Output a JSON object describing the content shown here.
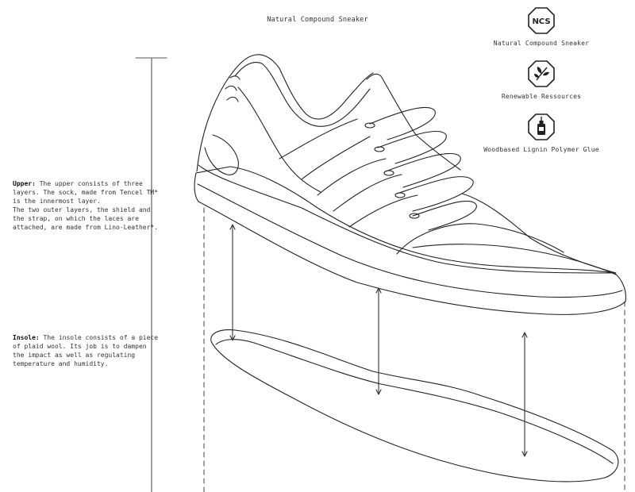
{
  "header": {
    "title": "Natural Compound Sneaker"
  },
  "annotations": [
    {
      "term": "Upper:",
      "text": "The upper consists of three layers. The sock, made from Tencel TM* is the innermost layer.\nThe two outer layers, the shield and the strap, on which the laces are attached, are made from Lino-Leather*."
    },
    {
      "term": "Insole:",
      "text": "The insole consists of a piece of plaid wool. Its job is to dampen the impact as well as regulating temperature and humidity."
    }
  ],
  "badges": [
    {
      "icon": "ncs-logo-icon",
      "logo_text": "NCS",
      "label": "Natural Compound Sneaker"
    },
    {
      "icon": "leaf-icon",
      "label": "Renewable Ressources"
    },
    {
      "icon": "glue-bottle-icon",
      "label": "Woodbased Lignin Polymer Glue"
    }
  ],
  "colors": {
    "line": "#222222",
    "guide": "#555555"
  }
}
